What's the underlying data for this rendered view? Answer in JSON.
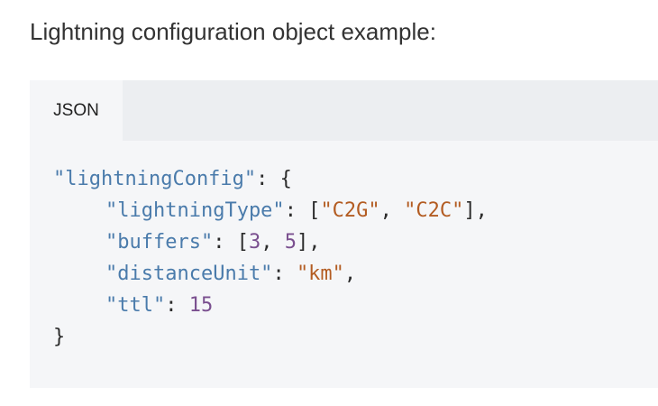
{
  "heading": "Lightning configuration object example:",
  "tabs": [
    {
      "label": "JSON",
      "active": true
    }
  ],
  "code": {
    "language": "JSON",
    "root_key": "\"lightningConfig\"",
    "fields": [
      {
        "key": "\"lightningType\"",
        "values": [
          "\"C2G\"",
          "\"C2C\""
        ]
      },
      {
        "key": "\"buffers\"",
        "values": [
          "3",
          "5"
        ]
      },
      {
        "key": "\"distanceUnit\"",
        "value": "\"km\""
      },
      {
        "key": "\"ttl\"",
        "value": "15"
      }
    ]
  },
  "colors": {
    "key": "#4a7bab",
    "string": "#b35c22",
    "number": "#7a4f8f",
    "panel_background": "#f5f6f8",
    "tab_strip_background": "#eceef1"
  }
}
